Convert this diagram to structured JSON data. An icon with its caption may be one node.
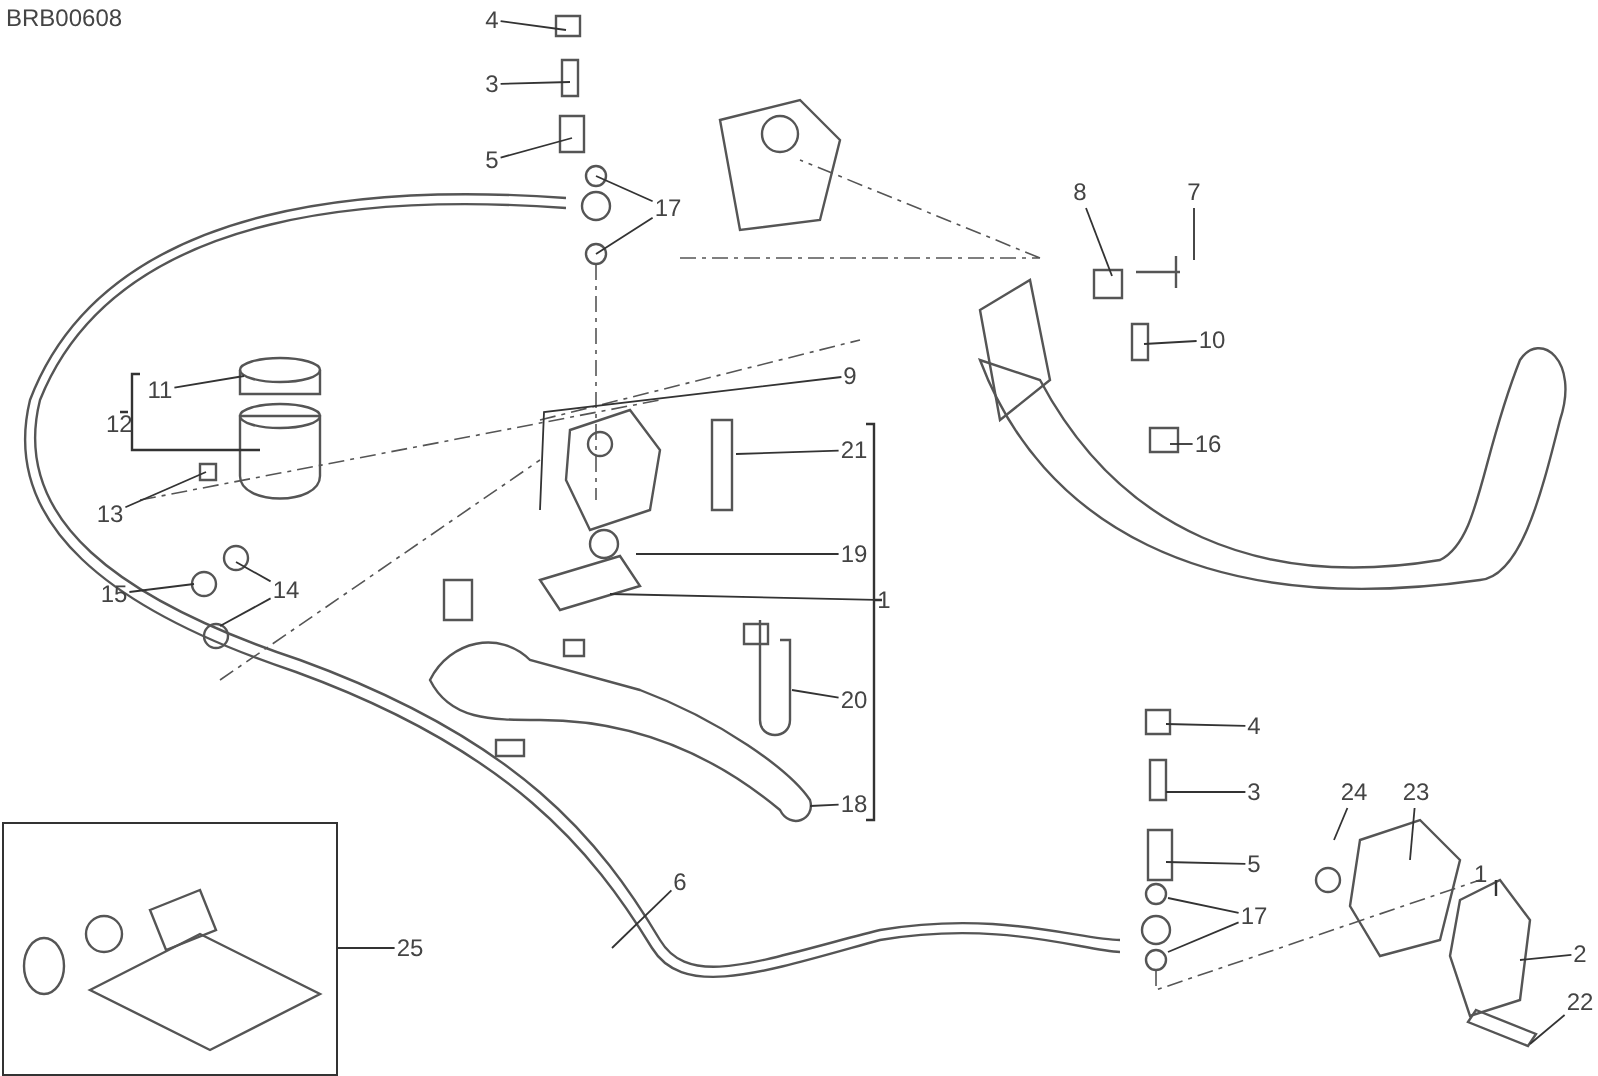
{
  "diagram": {
    "nodes": [
      {
        "text": [
          "4"
        ]
      },
      {
        "text": [
          "3"
        ]
      },
      {
        "text": [
          "5"
        ]
      },
      {
        "text": [
          "17"
        ]
      },
      {
        "text": [
          "8"
        ]
      },
      {
        "text": [
          "7"
        ]
      },
      {
        "text": [
          "9"
        ]
      },
      {
        "text": [
          "11"
        ]
      },
      {
        "text": [
          "13"
        ]
      },
      {
        "text": [
          "10"
        ]
      },
      {
        "text": [
          "21"
        ]
      },
      {
        "text": [
          "16"
        ]
      },
      {
        "text": [
          "19"
        ]
      },
      {
        "text": [
          "15"
        ]
      },
      {
        "text": [
          "14"
        ]
      },
      {
        "text": [
          "1"
        ]
      },
      {
        "text": [
          "20"
        ]
      },
      {
        "text": [
          "18"
        ]
      },
      {
        "text": [
          "6"
        ]
      },
      {
        "text": [
          "25"
        ]
      },
      {
        "text": [],
        "shape": "box"
      },
      {
        "text": [
          "4"
        ]
      },
      {
        "text": [
          "3"
        ]
      },
      {
        "text": [
          "5"
        ]
      },
      {
        "text": [
          "17"
        ]
      },
      {
        "text": [
          "24"
        ]
      },
      {
        "text": [
          "23"
        ]
      },
      {
        "text": [
          "2"
        ]
      },
      {
        "text": [
          "22"
        ]
      }
    ],
    "edges": [
      {
        "from": 0,
        "to": null,
        "arrow": "none"
      },
      {
        "from": 1,
        "to": null,
        "arrow": "none"
      },
      {
        "from": 2,
        "to": null,
        "arrow": "none"
      },
      {
        "from": 3,
        "to": null,
        "arrow": "none"
      },
      {
        "from": 3,
        "to": null,
        "arrow": "none"
      },
      {
        "from": 4,
        "to": null,
        "arrow": "none"
      },
      {
        "from": 5,
        "to": null,
        "arrow": "none"
      },
      {
        "from": 6,
        "to": null,
        "arrow": "none"
      },
      {
        "from": 7,
        "to": null,
        "arrow": "none"
      },
      {
        "from": 8,
        "to": null,
        "arrow": "none"
      },
      {
        "from": 9,
        "to": null,
        "arrow": "none"
      },
      {
        "from": 10,
        "to": null,
        "arrow": "none"
      },
      {
        "from": 11,
        "to": null,
        "arrow": "none"
      },
      {
        "from": 12,
        "to": null,
        "arrow": "none"
      },
      {
        "from": 13,
        "to": null,
        "arrow": "none"
      },
      {
        "from": 14,
        "to": null,
        "arrow": "none"
      },
      {
        "from": 14,
        "to": null,
        "arrow": "none"
      },
      {
        "from": 15,
        "to": null,
        "arrow": "none"
      },
      {
        "from": 16,
        "to": null,
        "arrow": "none"
      },
      {
        "from": 17,
        "to": null,
        "arrow": "none"
      },
      {
        "from": 18,
        "to": null,
        "arrow": "none"
      },
      {
        "from": 19,
        "to": 20,
        "arrow": "none"
      },
      {
        "from": 21,
        "to": null,
        "arrow": "none"
      },
      {
        "from": 22,
        "to": null,
        "arrow": "none"
      },
      {
        "from": 23,
        "to": null,
        "arrow": "none"
      },
      {
        "from": 24,
        "to": null,
        "arrow": "none"
      },
      {
        "from": 24,
        "to": null,
        "arrow": "none"
      },
      {
        "from": 25,
        "to": null,
        "arrow": "none"
      },
      {
        "from": 26,
        "to": null,
        "arrow": "none"
      },
      {
        "from": 27,
        "to": null,
        "arrow": "none"
      },
      {
        "from": 28,
        "to": null,
        "arrow": "none"
      }
    ],
    "labels": [
      "BRB00608",
      "12",
      "1"
    ]
  }
}
